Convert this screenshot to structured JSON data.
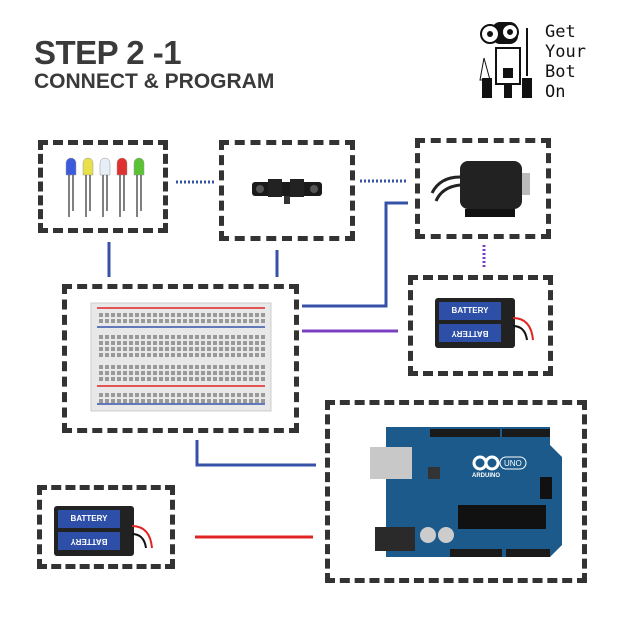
{
  "header": {
    "title": "STEP 2 -1",
    "subtitle": "CONNECT & PROGRAM"
  },
  "brand": {
    "lines": [
      "Get",
      "Your",
      "Bot",
      "On"
    ]
  },
  "components": {
    "leds": {
      "colors": [
        "#3b5bdb",
        "#e8e04a",
        "#e6eef7",
        "#e03131",
        "#5bc236"
      ]
    },
    "battery_right": {
      "label_top": "BATTERY",
      "label_bottom": "BATTERY"
    },
    "battery_left": {
      "label_top": "BATTERY",
      "label_bottom": "BATTERY"
    },
    "arduino": {
      "logo": "ARDUINO",
      "model": "UNO"
    }
  },
  "colors": {
    "wire_blue": "#3552a8",
    "wire_red": "#e02424",
    "wire_purple": "#7b3fc4",
    "border": "#333333",
    "board": "#1b5a8a"
  }
}
